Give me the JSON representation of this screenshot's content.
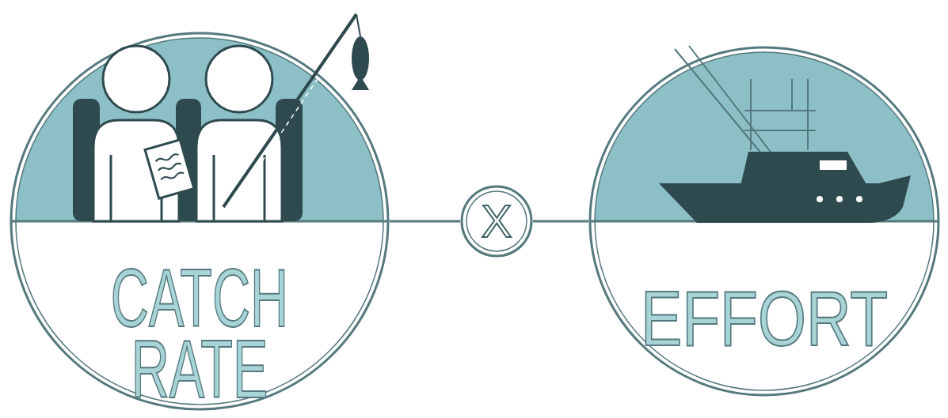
{
  "diagram": {
    "nodes": [
      {
        "text": [
          "CATCH RATE"
        ]
      },
      {
        "text": [
          "X"
        ]
      },
      {
        "text": [
          "EFFORT"
        ]
      }
    ],
    "edges": [
      {
        "from": 0,
        "to": 1,
        "arrow": "none"
      },
      {
        "from": 1,
        "to": 2,
        "arrow": "none"
      }
    ]
  }
}
